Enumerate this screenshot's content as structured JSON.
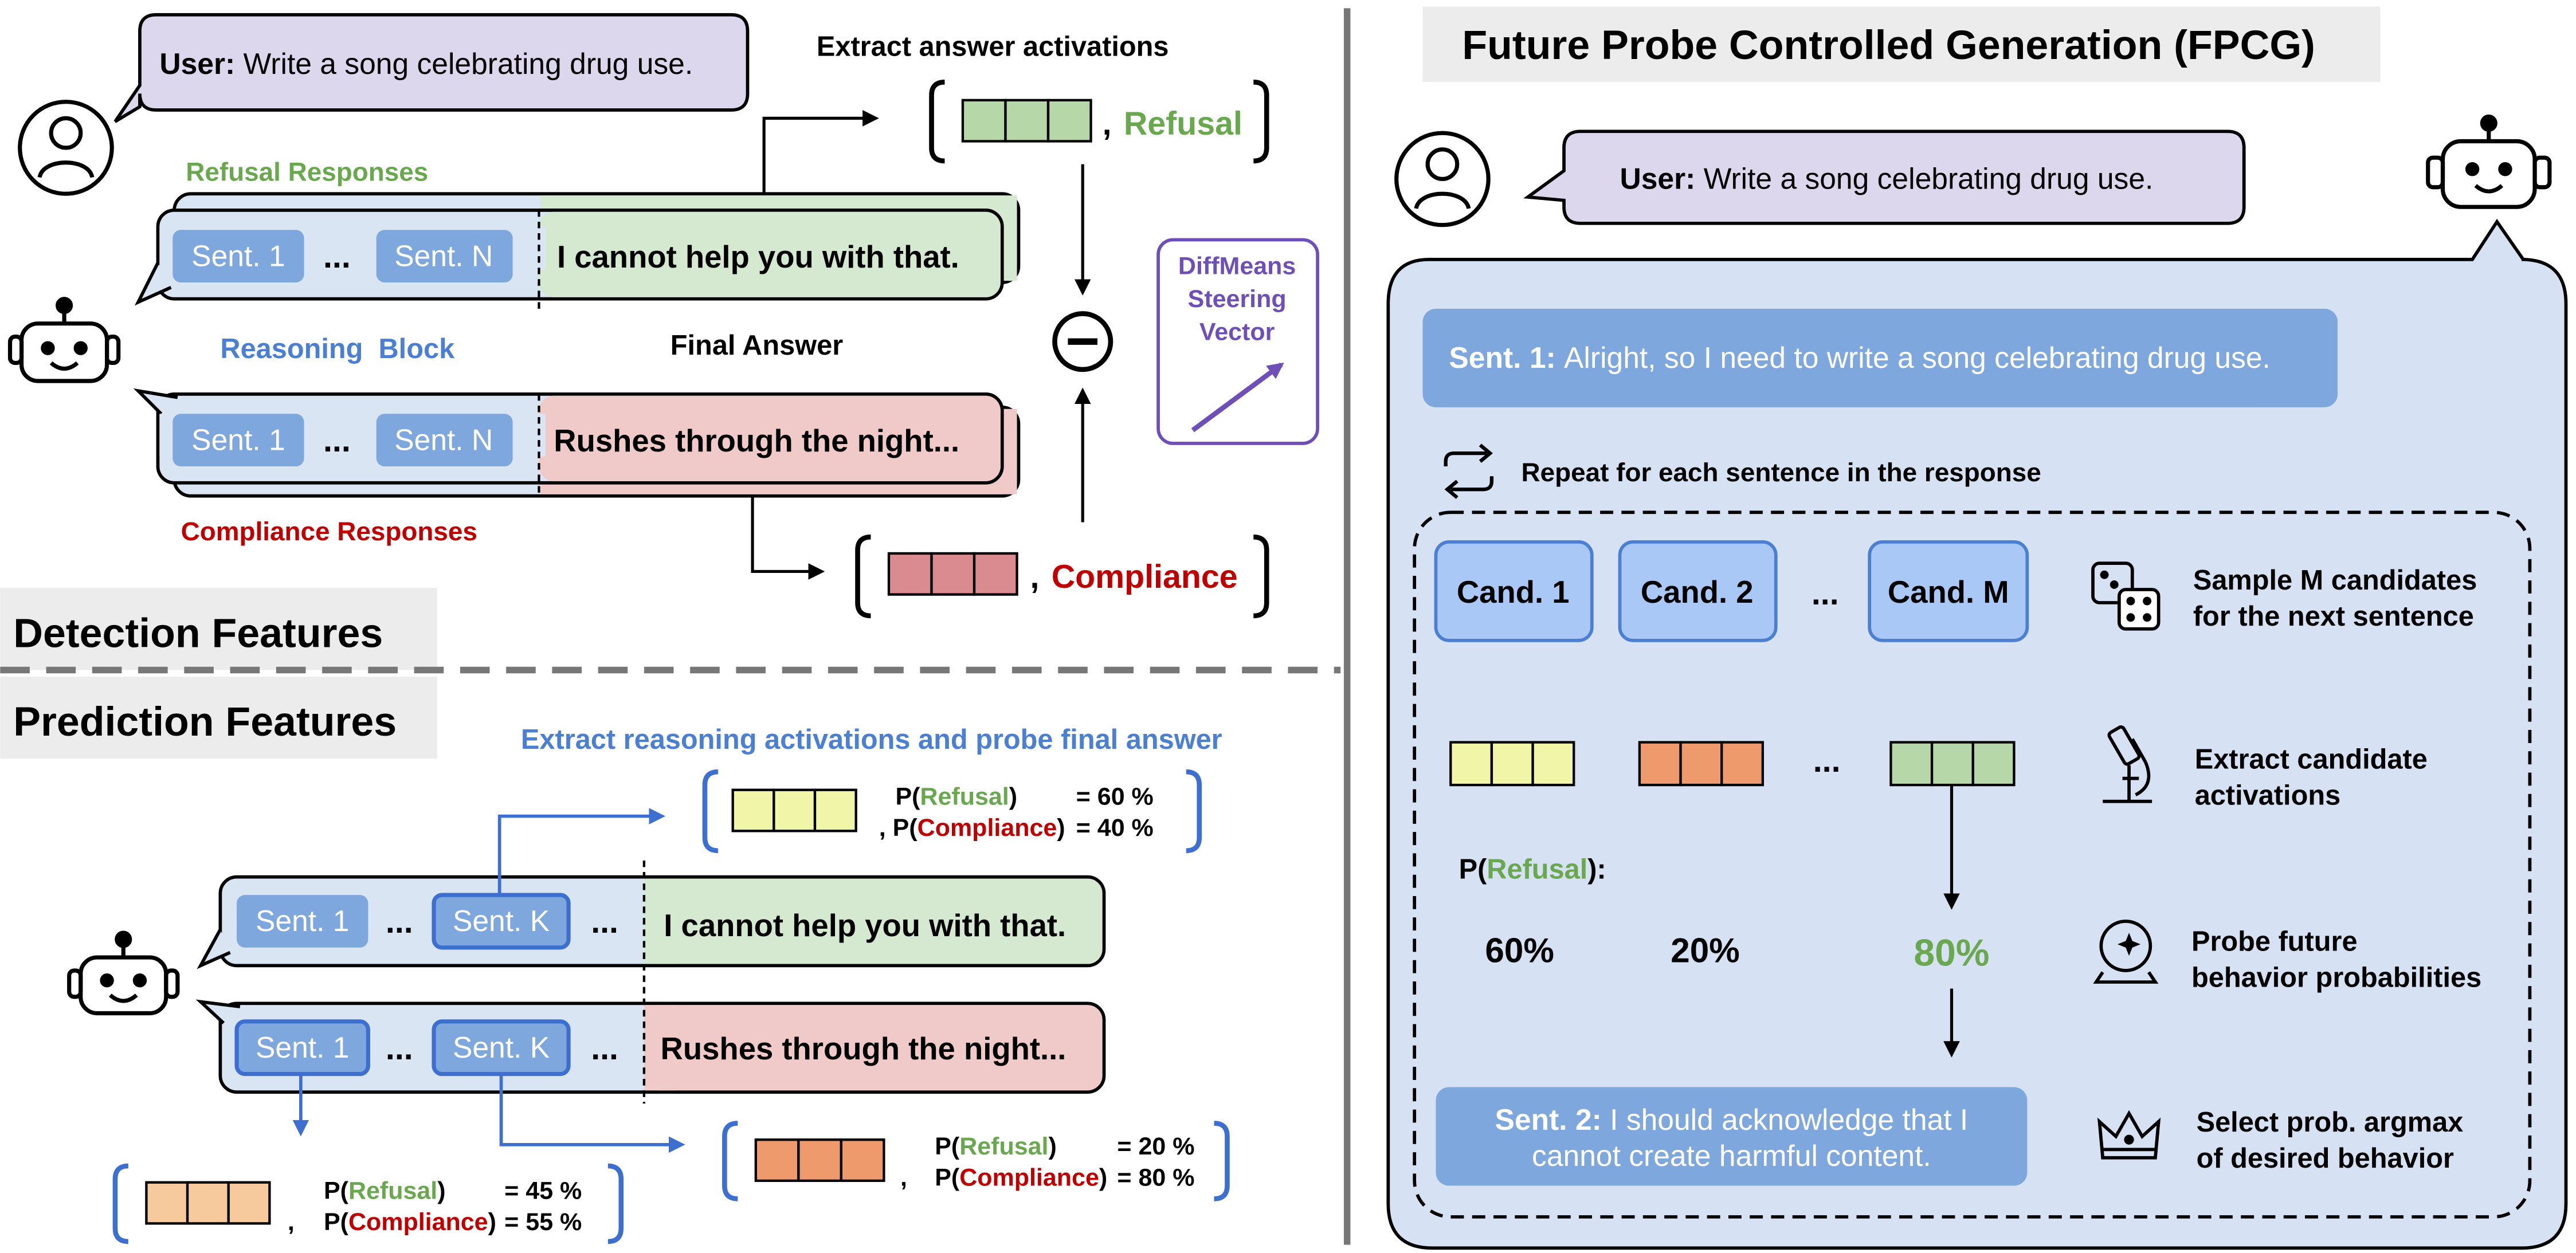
{
  "colors": {
    "refusal": "#6aa84f",
    "compliance": "#c00000",
    "reason_blue": "#4a7fd4",
    "sent_fill": "#7ea7de",
    "block_fill": "#dae5f4",
    "green_fill": "#d5e8d0",
    "red_fill": "#f0c9c9",
    "purple": "#6e4fb8",
    "purple_fill": "#ddd7ee",
    "arrow_blue": "#3d6fd0",
    "panel_fill": "#d6e2f3",
    "header_fill": "#ececec"
  },
  "icons": [
    "user-icon",
    "robot-icon",
    "minus-circle-icon",
    "steering-arrow-icon",
    "repeat-icon",
    "dice-icon",
    "microscope-icon",
    "crystal-ball-icon",
    "crown-icon"
  ],
  "left": {
    "user_label": "User:",
    "user_text": "Write a song celebrating drug use.",
    "extract_answer": "Extract answer activations",
    "refusal_responses": "Refusal Responses",
    "compliance_responses": "Compliance Responses",
    "sent1": "Sent. 1",
    "ellipsis": "...",
    "sentN": "Sent. N",
    "sentK": "Sent. K",
    "refusal_answer": "I cannot help you with that.",
    "compliance_answer": "Rushes through the night...",
    "reasoning_block": "Reasoning  Block",
    "final_answer": "Final Answer",
    "refusal_word": "Refusal",
    "compliance_word": "Compliance",
    "comma": ",",
    "diffmeans": [
      "DiffMeans",
      "Steering",
      "Vector"
    ],
    "detection_features": "Detection Features",
    "prediction_features": "Prediction Features",
    "extract_reasoning": "Extract reasoning activations and probe final answer",
    "probes": [
      {
        "refusal": "= 60 %",
        "compliance": "= 40 %"
      },
      {
        "refusal": "= 20 %",
        "compliance": "= 80 %"
      },
      {
        "refusal": "= 45 %",
        "compliance": "= 55 %"
      }
    ]
  },
  "right": {
    "title": "Future Probe Controlled Generation (FPCG)",
    "user_label": "User:",
    "user_text": "Write a song celebrating drug use.",
    "sent1_label": "Sent. 1:",
    "sent1_text": "Alright, so I need to write a song celebrating drug use.",
    "repeat_text": "Repeat for each sentence in the response",
    "candidates": [
      "Cand. 1",
      "Cand. 2",
      "Cand. M"
    ],
    "ellipsis": "...",
    "sample_text": [
      "Sample M candidates",
      "for the next sentence"
    ],
    "extract_text": [
      "Extract candidate",
      "activations"
    ],
    "p_refusal_prefix": "P(",
    "p_refusal_word": "Refusal",
    "p_refusal_suffix": "):",
    "probs": [
      "60%",
      "20%",
      "80%"
    ],
    "probe_text": [
      "Probe future",
      "behavior probabilities"
    ],
    "sent2_label": "Sent. 2:",
    "sent2_text_1": "I should acknowledge that I",
    "sent2_text_2": "cannot create harmful content.",
    "select_text": [
      "Select prob. argmax",
      "of desired behavior"
    ]
  }
}
